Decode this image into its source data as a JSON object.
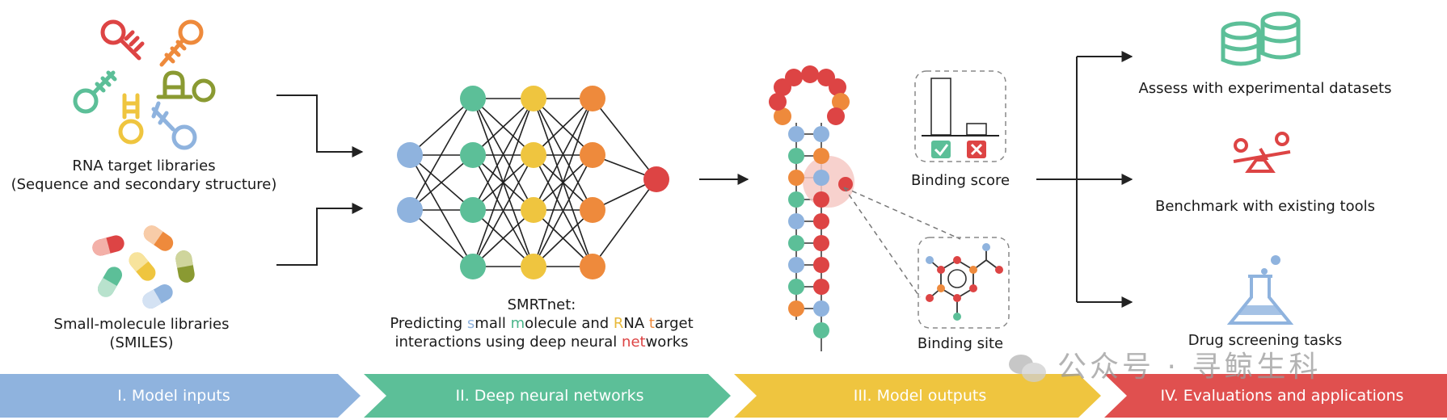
{
  "inputs": {
    "rna_label_line1": "RNA target libraries",
    "rna_label_line2": "(Sequence and secondary structure)",
    "smiles_label_line1": "Small-molecule libraries",
    "smiles_label_line2": "(SMILES)"
  },
  "network": {
    "title": "SMRTnet:",
    "desc_line1_segments": [
      {
        "text": "Predicting ",
        "color": "#1a1a1a"
      },
      {
        "text": "s",
        "color": "#8fb3de"
      },
      {
        "text": "mall ",
        "color": "#1a1a1a"
      },
      {
        "text": "m",
        "color": "#4ab58a"
      },
      {
        "text": "olecule and ",
        "color": "#1a1a1a"
      },
      {
        "text": "R",
        "color": "#e8b93a"
      },
      {
        "text": "NA ",
        "color": "#1a1a1a"
      },
      {
        "text": "t",
        "color": "#ee8a3c"
      },
      {
        "text": "arget",
        "color": "#1a1a1a"
      }
    ],
    "desc_line2_segments": [
      {
        "text": "interactions using deep neural ",
        "color": "#1a1a1a"
      },
      {
        "text": "net",
        "color": "#dd4444"
      },
      {
        "text": "works",
        "color": "#1a1a1a"
      }
    ]
  },
  "outputs": {
    "binding_score_label": "Binding score",
    "binding_site_label": "Binding site"
  },
  "evaluations": {
    "items": [
      {
        "label": "Assess with experimental datasets",
        "icon": "database-icon"
      },
      {
        "label": "Benchmark with existing tools",
        "icon": "balance-icon"
      },
      {
        "label": "Drug screening tasks",
        "icon": "flask-icon"
      }
    ]
  },
  "stages": [
    {
      "label": "I. Model inputs",
      "color": "#8fb3de"
    },
    {
      "label": "II. Deep neural networks",
      "color": "#5cbf98"
    },
    {
      "label": "III. Model outputs",
      "color": "#efc53f"
    },
    {
      "label": "IV. Evaluations and applications",
      "color": "#e0504f"
    }
  ],
  "watermark": "公众号 · 寻鲸生科",
  "colors": {
    "blue": "#8fb3de",
    "green": "#5cbf98",
    "yellow": "#efc53f",
    "orange": "#ee8a3c",
    "red": "#dd4444",
    "olive": "#8a9a32"
  }
}
